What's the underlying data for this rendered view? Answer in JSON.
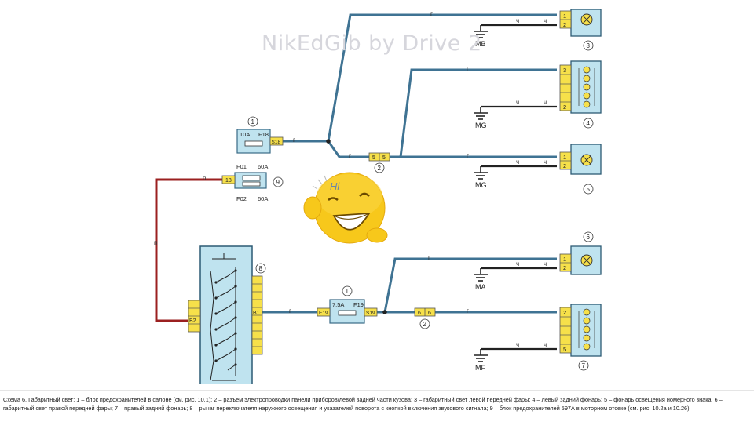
{
  "watermark": "NikEdGib by Drive 2",
  "emoji_text": "Hi",
  "components": {
    "fuse_block_cabin_top": {
      "callout": "1",
      "rating": "10A",
      "fuse": "F18",
      "pin": "S18"
    },
    "fuse_block_cabin_bottom": {
      "callout": "1",
      "rating": "7,5A",
      "fuse": "F19",
      "pin_in": "E19",
      "pin_out": "S19"
    },
    "fuse_block_engine": {
      "callout": "9",
      "pin": "18",
      "top_fuse": "F01",
      "top_rating": "60A",
      "bottom_fuse": "F02",
      "bottom_rating": "60A"
    },
    "connector_top": {
      "callout": "2",
      "pins": [
        "5",
        "5"
      ]
    },
    "connector_bottom": {
      "callout": "2",
      "pins": [
        "6",
        "6"
      ]
    },
    "switch": {
      "callout": "8",
      "pin_in": "B2",
      "pin_out": "B1"
    },
    "lamp_3": {
      "callout": "3",
      "pins": [
        "1",
        "2"
      ],
      "ground": "MB"
    },
    "lamp_4": {
      "callout": "4",
      "pins": [
        "3",
        "2"
      ],
      "ground": "MG"
    },
    "lamp_5": {
      "callout": "5",
      "pins": [
        "1",
        "2"
      ],
      "ground": "MG"
    },
    "lamp_6": {
      "callout": "6",
      "pins": [
        "1",
        "2"
      ],
      "ground": "MA"
    },
    "lamp_7": {
      "callout": "7",
      "pins": [
        "2",
        "5"
      ],
      "ground": "MF"
    }
  },
  "wire_colors": {
    "blue": "г",
    "black": "ч",
    "red": "п"
  },
  "colors": {
    "wire_blue": "#4a7f9c",
    "wire_red": "#9b2020",
    "wire_black": "#222222",
    "component_fill": "#bfe3ef",
    "pin_fill": "#f6e04a"
  },
  "caption": "Схема 6. Габаритный свет: 1 – блок предохранителей в салоне (см. рис. 10.1); 2 – разъем электропроводки панели приборов/левой задней части кузова; 3 – габаритный свет левой передней фары; 4 – левый задний фонарь; 5 – фонарь освещения номерного знака; 6 – габаритный свет правой передней фары; 7 – правый задний фонарь; 8 – рычаг переключателя наружного освещения и указателей поворота с кнопкой включения звукового сигнала; 9 – блок предохранителей 597А в моторном отсеке (см. рис. 10.2а и 10.26)"
}
